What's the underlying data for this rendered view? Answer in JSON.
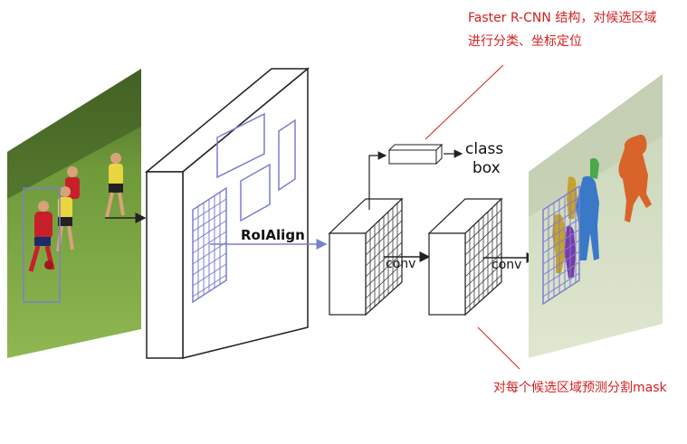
{
  "labels": {
    "roi_align": "RoIAlign",
    "conv_1": "conv",
    "conv_2": "conv",
    "class": "class",
    "box": "box"
  },
  "annotations": {
    "top_line_1": "Faster R-CNN 结构，对候选区域",
    "top_line_2": "进行分类、坐标定位",
    "bottom": "对每个候选区域预测分割mask"
  },
  "colors": {
    "annotation": "#d42020",
    "roi_box": "#7b7fd0",
    "arrow": "#222222"
  }
}
